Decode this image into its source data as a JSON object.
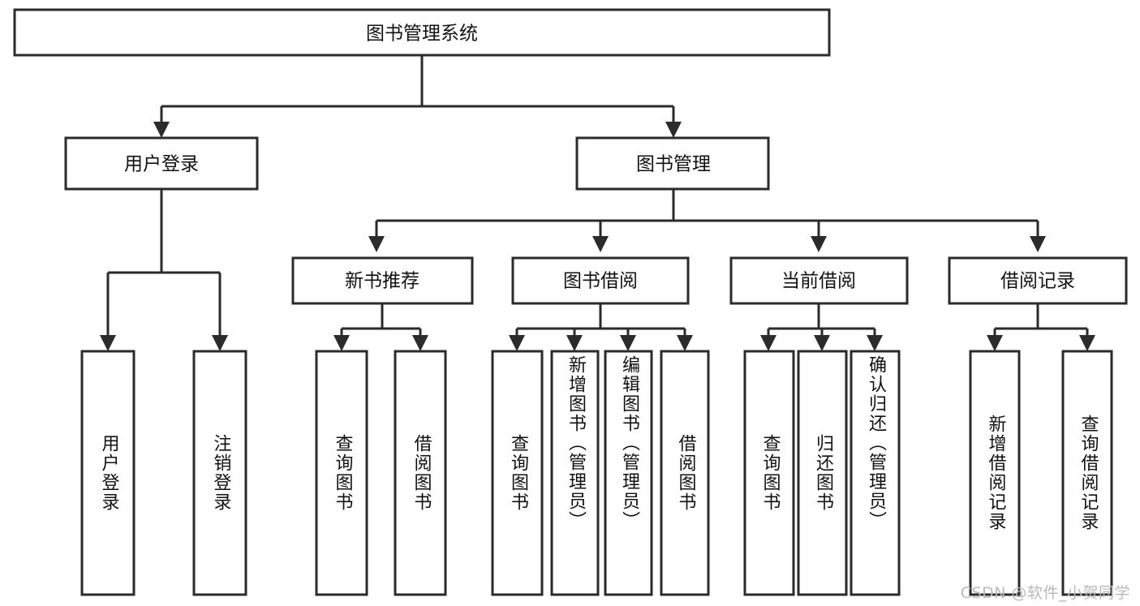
{
  "diagram": {
    "title": "图书管理系统",
    "type": "tree-hierarchy-chart",
    "orientation": "top-down",
    "watermark": "CSDN @软件_小贺同学",
    "colors": {
      "background": "#ffffff",
      "box_fill": "#ffffff",
      "box_stroke": "#2b2b2b",
      "connector": "#2b2b2b",
      "text": "#111111",
      "watermark": "#b9b9b9"
    },
    "root": {
      "id": "root",
      "label": "图书管理系统",
      "level": 1,
      "text_orientation": "horizontal"
    },
    "level2": [
      {
        "id": "user-login",
        "label": "用户登录",
        "level": 2,
        "text_orientation": "horizontal"
      },
      {
        "id": "book-management",
        "label": "图书管理",
        "level": 2,
        "text_orientation": "horizontal"
      }
    ],
    "level3": [
      {
        "id": "new-book-recommend",
        "label": "新书推荐",
        "level": 3,
        "parent": "book-management",
        "text_orientation": "horizontal"
      },
      {
        "id": "book-borrow",
        "label": "图书借阅",
        "level": 3,
        "parent": "book-management",
        "text_orientation": "horizontal"
      },
      {
        "id": "current-borrow",
        "label": "当前借阅",
        "level": 3,
        "parent": "book-management",
        "text_orientation": "horizontal"
      },
      {
        "id": "borrow-record",
        "label": "借阅记录",
        "level": 3,
        "parent": "book-management",
        "text_orientation": "horizontal"
      }
    ],
    "leaves": [
      {
        "id": "leaf-user-login",
        "label": "用户登录",
        "parent": "user-login",
        "text_orientation": "vertical"
      },
      {
        "id": "leaf-logout",
        "label": "注销登录",
        "parent": "user-login",
        "text_orientation": "vertical"
      },
      {
        "id": "leaf-query-book-1",
        "label": "查询图书",
        "parent": "new-book-recommend",
        "text_orientation": "vertical"
      },
      {
        "id": "leaf-borrow-book-1",
        "label": "借阅图书",
        "parent": "new-book-recommend",
        "text_orientation": "vertical"
      },
      {
        "id": "leaf-query-book-2",
        "label": "查询图书",
        "parent": "book-borrow",
        "text_orientation": "vertical"
      },
      {
        "id": "leaf-add-book",
        "label": "新增图书（管理员）",
        "parent": "book-borrow",
        "text_orientation": "vertical"
      },
      {
        "id": "leaf-edit-book",
        "label": "编辑图书（管理员）",
        "parent": "book-borrow",
        "text_orientation": "vertical"
      },
      {
        "id": "leaf-borrow-book-2",
        "label": "借阅图书",
        "parent": "book-borrow",
        "text_orientation": "vertical"
      },
      {
        "id": "leaf-query-book-3",
        "label": "查询图书",
        "parent": "current-borrow",
        "text_orientation": "vertical"
      },
      {
        "id": "leaf-return-book",
        "label": "归还图书",
        "parent": "current-borrow",
        "text_orientation": "vertical"
      },
      {
        "id": "leaf-confirm-return",
        "label": "确认归还（管理员）",
        "parent": "current-borrow",
        "text_orientation": "vertical"
      },
      {
        "id": "leaf-add-borrow-record",
        "label": "新增借阅记录",
        "parent": "borrow-record",
        "text_orientation": "vertical"
      },
      {
        "id": "leaf-query-borrow-record",
        "label": "查询借阅记录",
        "parent": "borrow-record",
        "text_orientation": "vertical"
      }
    ]
  }
}
